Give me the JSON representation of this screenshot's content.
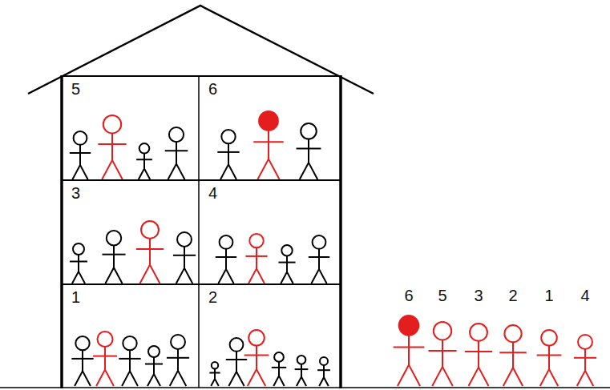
{
  "diagram": {
    "nodes": [
      {
        "text": [
          "5"
        ]
      },
      {
        "text": [
          "6"
        ]
      },
      {
        "text": [
          "3"
        ]
      },
      {
        "text": [
          "4"
        ]
      },
      {
        "text": [
          "1"
        ]
      },
      {
        "text": [
          "2"
        ]
      }
    ],
    "labels": [
      "6",
      "5",
      "3",
      "2",
      "1",
      "4"
    ]
  }
}
